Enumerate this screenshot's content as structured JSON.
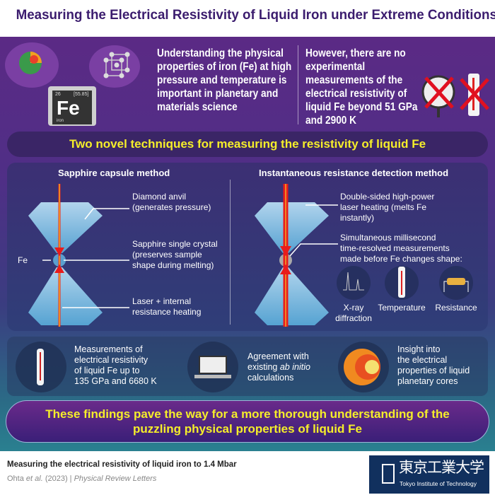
{
  "title": "Measuring the Electrical Resistivity of Liquid Iron under Extreme Conditions",
  "intro": {
    "element_symbol": "Fe",
    "element_number": "26",
    "element_mass": "[55.85]",
    "element_name": "iron",
    "left_text": "Understanding the physical properties of iron (Fe) at high pressure and temperature is important in planetary and materials science",
    "right_text": "However, there are no experimental measurements of the electrical resistivity of liquid Fe beyond 51 GPa and 2900 K"
  },
  "banner": "Two novel techniques for measuring the resistivity of liquid Fe",
  "method1": {
    "title": "Sapphire capsule method",
    "fe_label": "Fe",
    "label1_a": "Diamond anvil",
    "label1_b": "(generates pressure)",
    "label2_a": "Sapphire single crystal",
    "label2_b": "(preserves sample",
    "label2_c": "shape during melting)",
    "label3_a": "Laser + internal",
    "label3_b": "resistance heating"
  },
  "method2": {
    "title": "Instantaneous resistance detection method",
    "label1_a": "Double-sided high-power",
    "label1_b": "laser heating (melts Fe",
    "label1_c": "instantly)",
    "label2_a": "Simultaneous millisecond",
    "label2_b": "time-resolved measurements",
    "label2_c": "made before Fe changes shape:",
    "icons": [
      {
        "label_a": "X-ray",
        "label_b": "diffraction"
      },
      {
        "label_a": "Temperature"
      },
      {
        "label_a": "Resistance"
      }
    ]
  },
  "results": [
    {
      "text_a": "Measurements of",
      "text_b": "electrical resistivity",
      "text_c": "of liquid Fe up to",
      "text_d": "135 GPa and 6680 K"
    },
    {
      "text_a": "Agreement with",
      "text_b": "existing ",
      "text_b_italic": "ab initio",
      "text_c": "calculations"
    },
    {
      "text_a": "Insight into",
      "text_b": "the electrical",
      "text_c": "properties of liquid",
      "text_d": "planetary cores"
    }
  ],
  "conclusion_a": "These findings pave the way for a more thorough understanding of the",
  "conclusion_b": "puzzling physical properties of liquid Fe",
  "footer": {
    "paper_title": "Measuring the electrical resistivity of liquid iron to 1.4 Mbar",
    "authors": "Ohta ",
    "et_al": "et al.",
    "year": " (2023) | ",
    "journal": "Physical Review Letters",
    "logo_jp": "東京工業大学",
    "logo_en": "Tokyo Institute of Technology"
  },
  "colors": {
    "title": "#3b1c6e",
    "accent_yellow": "#f5ee2a",
    "laser_red": "#e81c1c",
    "logo_bg": "#11305e"
  }
}
